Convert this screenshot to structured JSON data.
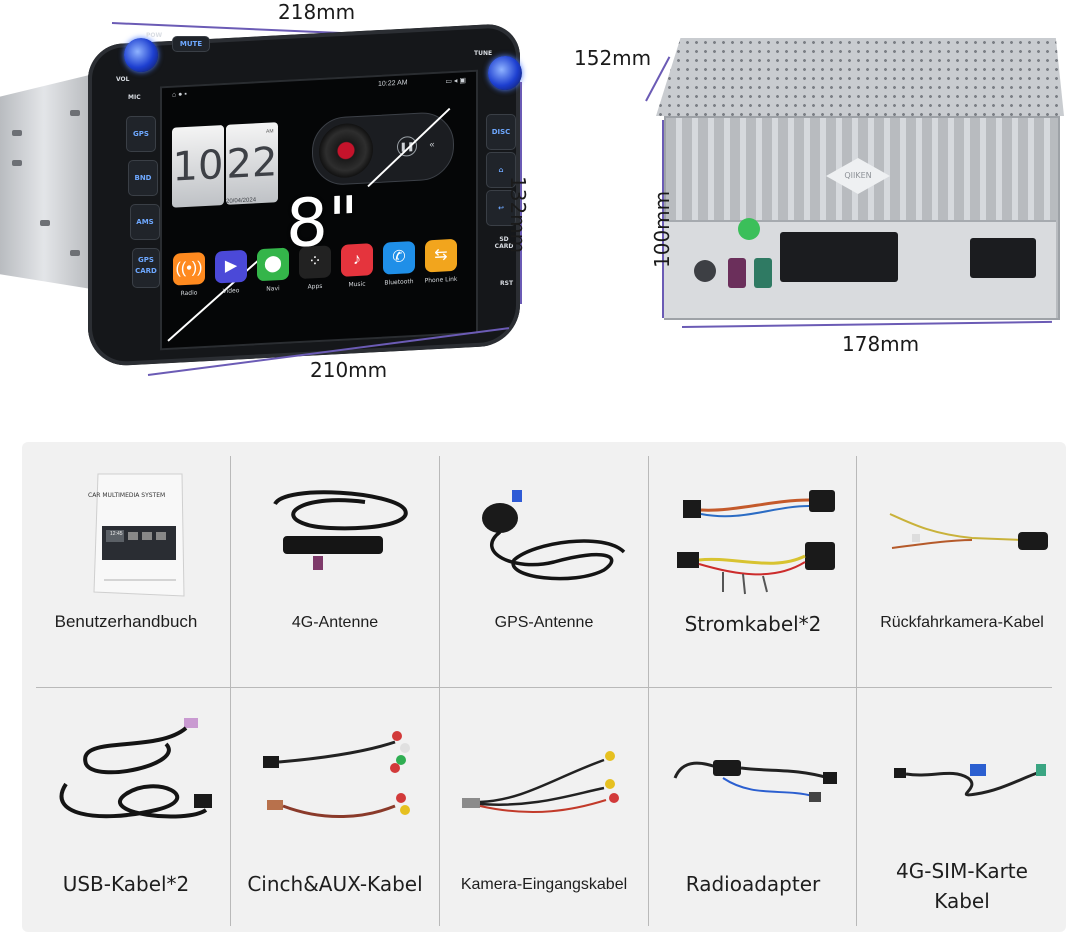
{
  "dimensions": {
    "front_width_top": "218mm",
    "front_width_bottom": "210mm",
    "front_height": "132mm",
    "depth": "152mm",
    "back_height": "100mm",
    "back_width": "178mm"
  },
  "radio": {
    "buttons": {
      "pow": "POW",
      "mute": "MUTE",
      "vol": "VOL",
      "tune": "TUNE",
      "mic": "MIC",
      "gps": "GPS",
      "bnd": "BND",
      "ams": "AMS",
      "gps_card": "GPS CARD",
      "disc": "DISC",
      "sd_card": "SD CARD",
      "rst": "RST"
    },
    "status_time": "10:22 AM",
    "clock_hours": "10",
    "clock_minutes": "22",
    "clock_ampm": "AM",
    "clock_date": "20/04/2024",
    "screen_size": "8\"",
    "apps": [
      {
        "label": "Radio",
        "color": "#ff8a1f",
        "icon": "radio-icon"
      },
      {
        "label": "Video",
        "color": "#4b49d8",
        "icon": "video-icon"
      },
      {
        "label": "Navi",
        "color": "#34b54a",
        "icon": "map-pin-icon"
      },
      {
        "label": "Apps",
        "color": "#222222",
        "icon": "grid-icon"
      },
      {
        "label": "Music",
        "color": "#e5343d",
        "icon": "music-icon"
      },
      {
        "label": "Bluetooth",
        "color": "#1f8fe8",
        "icon": "phone-icon"
      },
      {
        "label": "Phone Link",
        "color": "#f2a51d",
        "icon": "link-icon"
      }
    ],
    "back_brand": "QIIKEN"
  },
  "accessories": [
    {
      "label": "Benutzerhandbuch",
      "icon": "manual-icon"
    },
    {
      "label": "4G-Antenne",
      "icon": "antenna-icon"
    },
    {
      "label": "GPS-Antenne",
      "icon": "gps-antenna-icon"
    },
    {
      "label": "Stromkabel*2",
      "icon": "power-cable-icon"
    },
    {
      "label": "Rückfahrkamera-Kabel",
      "icon": "reverse-camera-cable-icon"
    },
    {
      "label": "USB-Kabel*2",
      "icon": "usb-cable-icon"
    },
    {
      "label": "Cinch&AUX-Kabel",
      "icon": "rca-cable-icon"
    },
    {
      "label": "Kamera-Eingangskabel",
      "icon": "camera-input-cable-icon"
    },
    {
      "label": "Radioadapter",
      "icon": "radio-adapter-icon"
    },
    {
      "label": "4G-SIM-Karte Kabel",
      "icon": "sim-cable-icon"
    }
  ],
  "manual_cover_title": "CAR MULTIMEDIA SYSTEM",
  "manual_cover_time": "12:45"
}
